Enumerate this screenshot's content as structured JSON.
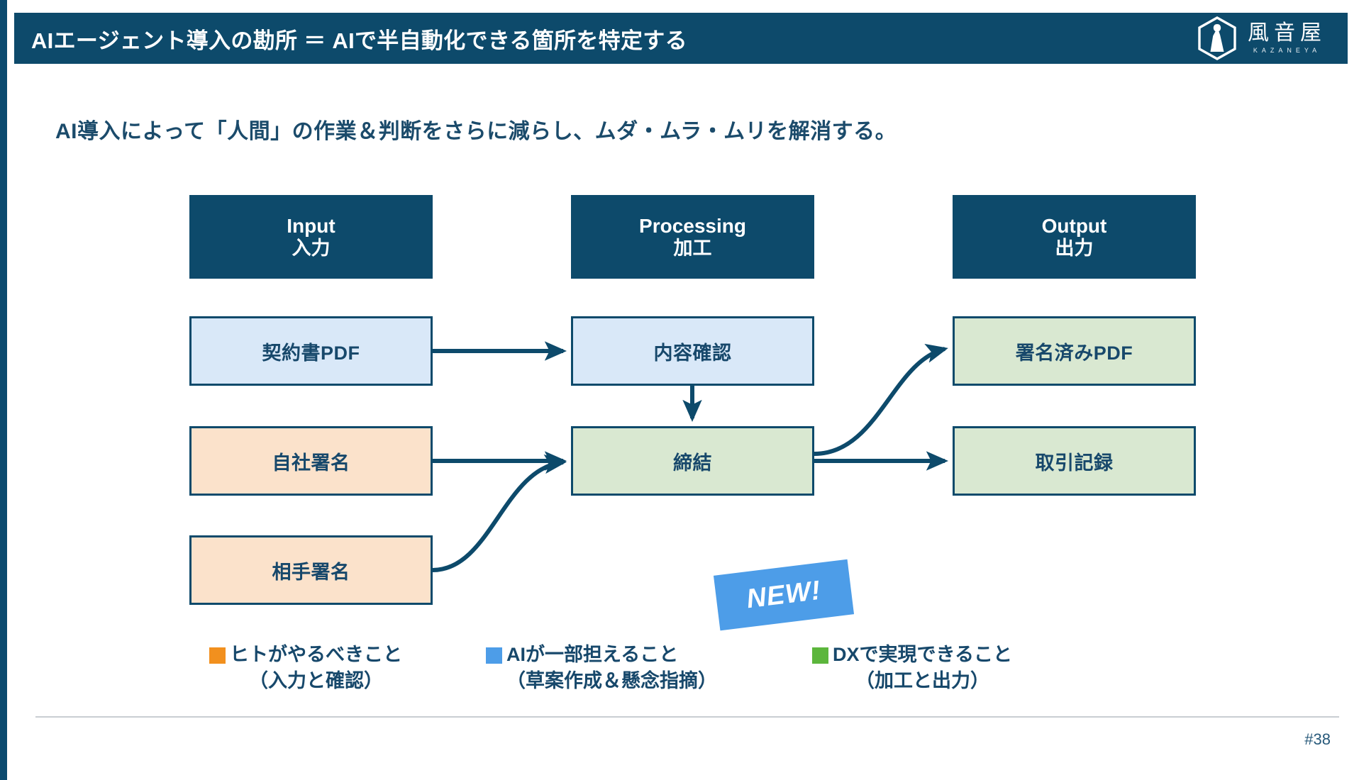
{
  "header": {
    "title": "AIエージェント導入の勘所 ＝ AIで半自動化できる箇所を特定する",
    "logo_jp": "風音屋",
    "logo_en": "KAZANEYA",
    "bar_color": "#0d4a6b"
  },
  "subtitle": "AI導入によって「人間」の作業＆判断をさらに減らし、ムダ・ムラ・ムリを解消する。",
  "columns": [
    {
      "en": "Input",
      "jp": "入力"
    },
    {
      "en": "Processing",
      "jp": "加工"
    },
    {
      "en": "Output",
      "jp": "出力"
    }
  ],
  "nodes": [
    {
      "id": "contract-pdf",
      "label": "契約書PDF",
      "color": "blue"
    },
    {
      "id": "own-signature",
      "label": "自社署名",
      "color": "peach"
    },
    {
      "id": "counterparty-signature",
      "label": "相手署名",
      "color": "peach"
    },
    {
      "id": "content-check",
      "label": "内容確認",
      "color": "blue"
    },
    {
      "id": "conclusion",
      "label": "締結",
      "color": "green"
    },
    {
      "id": "signed-pdf",
      "label": "署名済みPDF",
      "color": "green"
    },
    {
      "id": "transaction-record",
      "label": "取引記録",
      "color": "green"
    }
  ],
  "badge": {
    "label": "NEW!",
    "color": "#4d9de8"
  },
  "legend": [
    {
      "swatch": "#f2901e",
      "line1": "ヒトがやるべきこと",
      "line2": "（入力と確認）"
    },
    {
      "swatch": "#4d9de8",
      "line1": "AIが一部担えること",
      "line2": "（草案作成＆懸念指摘）"
    },
    {
      "swatch": "#5cb63c",
      "line1": "DXで実現できること",
      "line2": "（加工と出力）"
    }
  ],
  "footer": {
    "page": "#38"
  },
  "palette": {
    "box_blue": "#d9e8f8",
    "box_peach": "#fbe2cb",
    "box_green": "#d9e8d1",
    "stroke": "#0d4a6b",
    "text": "#17486b"
  }
}
